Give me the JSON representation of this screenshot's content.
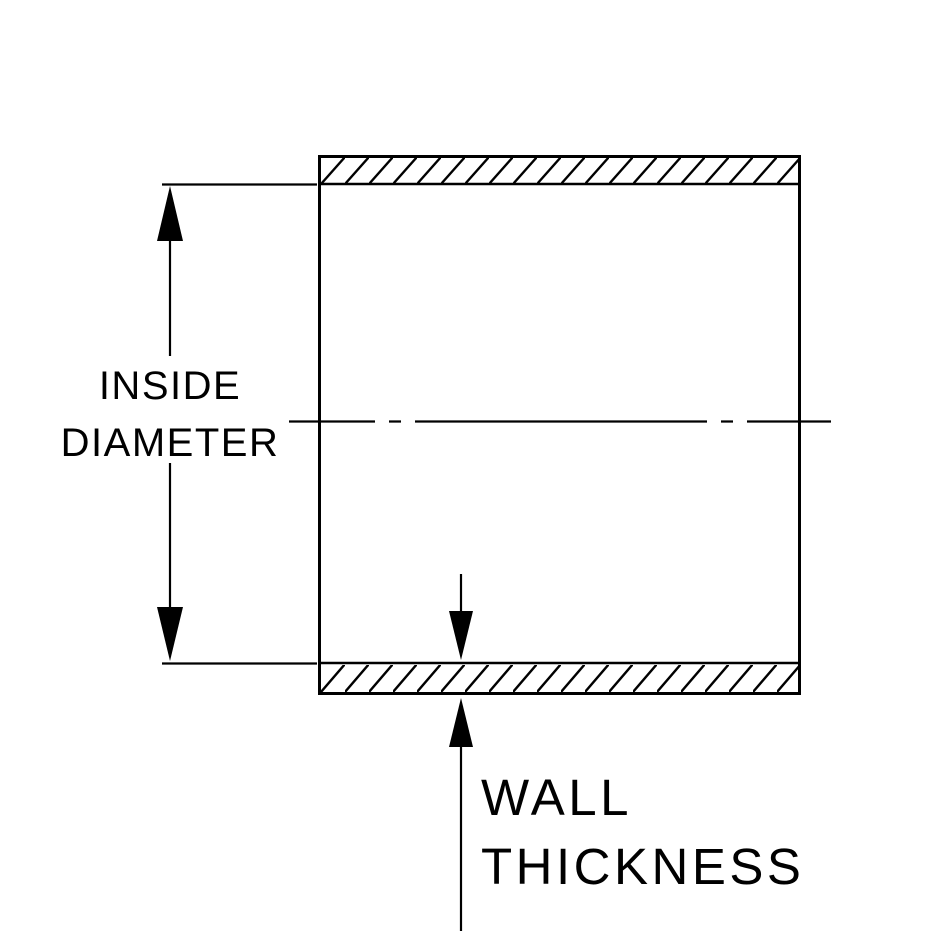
{
  "diagram": {
    "description": "Cross-section drawing of a hose coupler showing inside diameter and wall thickness dimensions",
    "labels": {
      "inside_diameter_line1": "INSIDE",
      "inside_diameter_line2": "DIAMETER",
      "wall_thickness_line1": "WALL",
      "wall_thickness_line2": "THICKNESS"
    },
    "colors": {
      "line": "#000000",
      "background": "#ffffff"
    }
  }
}
